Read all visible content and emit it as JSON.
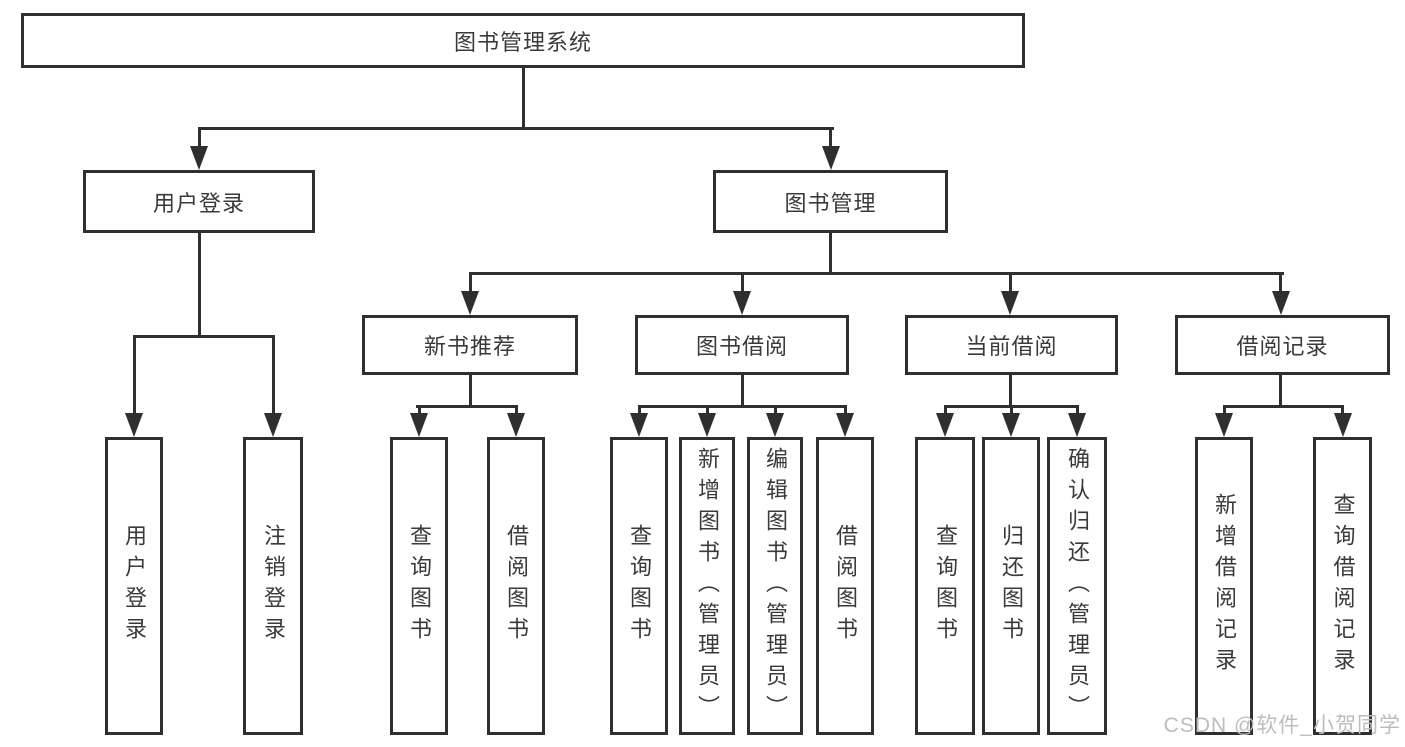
{
  "colors": {
    "line": "#2f2f2f",
    "box_border": "#2f2f2f",
    "text": "#3a3a3a",
    "watermark_text": "#bdbdbd",
    "background": "#ffffff"
  },
  "tree": {
    "root": "图书管理系统",
    "branches": [
      {
        "label": "用户登录",
        "children": [
          "用户登录",
          "注销登录"
        ]
      },
      {
        "label": "图书管理",
        "children": [
          {
            "label": "新书推荐",
            "children": [
              "查询图书",
              "借阅图书"
            ]
          },
          {
            "label": "图书借阅",
            "children": [
              "查询图书",
              "新增图书（管理员）",
              "编辑图书（管理员）",
              "借阅图书"
            ]
          },
          {
            "label": "当前借阅",
            "children": [
              "查询图书",
              "归还图书",
              "确认归还（管理员）"
            ]
          },
          {
            "label": "借阅记录",
            "children": [
              "新增借阅记录",
              "查询借阅记录"
            ]
          }
        ]
      }
    ]
  },
  "watermark": "CSDN @软件_小贺同学"
}
